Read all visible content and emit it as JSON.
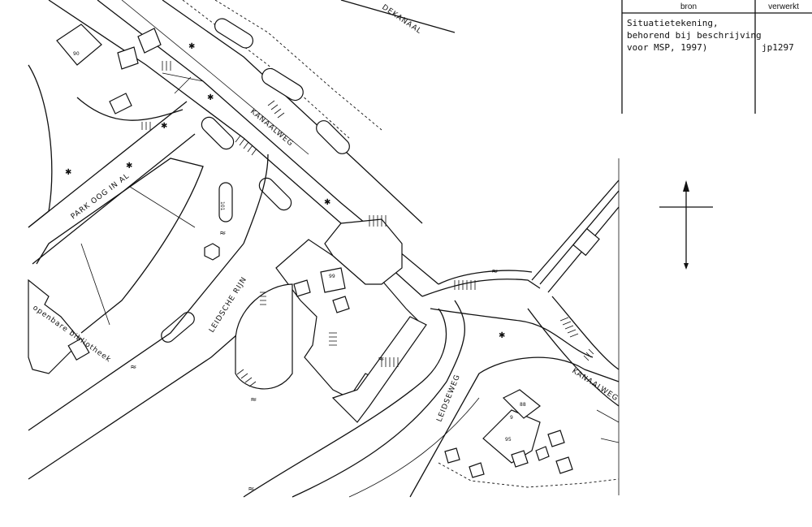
{
  "title_block": {
    "col_bron": "bron",
    "col_verwerkt": "verwerkt",
    "description_lines": [
      "Situatietekening,",
      "behorend bij beschrijving",
      "voor MSP, 1997)"
    ],
    "code": "jp1297"
  },
  "map_labels": {
    "canal_top": "DEKANAAL",
    "kanaalweg_upper": "KANAALWEG",
    "kanaalweg_lower": "KANAALWEG",
    "park_road": "PARK OOG IN AL",
    "river": "LEIDSCHE RIJN",
    "leidseweg": "LEIDSEWEG",
    "library": "openbare bibliotheek",
    "house_numbers": [
      "90",
      "101",
      "99",
      "88",
      "9",
      "95"
    ]
  },
  "north_arrow": {
    "icon": "north-arrow-icon"
  }
}
